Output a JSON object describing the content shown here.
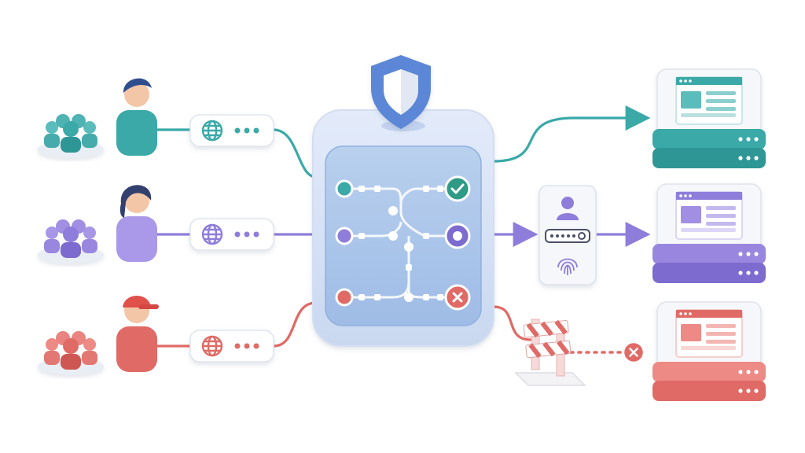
{
  "colors": {
    "teal": "#3aa9a8",
    "purple": "#8f7ddb",
    "red": "#e06a66",
    "hub_blue": "#a9c3e8",
    "shield_blue": "#5b86d6",
    "success": "#2f9a86"
  },
  "lanes": [
    {
      "id": "teal",
      "user_icon": "user-icon",
      "request_icon": "globe-icon",
      "route_result": "check-icon",
      "destination": "server-icon"
    },
    {
      "id": "purple",
      "user_icon": "user-icon",
      "request_icon": "globe-icon",
      "route_result": "check-icon",
      "verification": [
        "user-icon",
        "password-field",
        "fingerprint-icon"
      ],
      "destination": "server-icon"
    },
    {
      "id": "red",
      "user_icon": "user-icon",
      "request_icon": "globe-icon",
      "route_result": "x-icon",
      "blocker": "barrier-icon",
      "destination": "server-icon"
    }
  ],
  "hub": {
    "icon": "shield-icon"
  }
}
